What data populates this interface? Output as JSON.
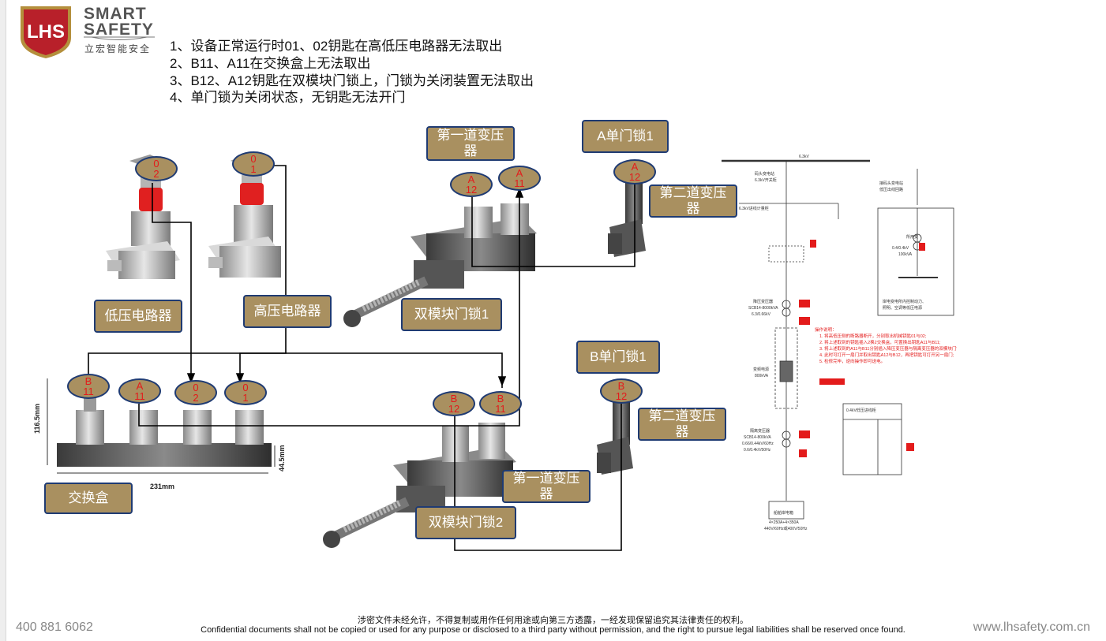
{
  "brand": {
    "logo_letters": "LHS",
    "line1": "SMART",
    "line2": "SAFETY",
    "cn": "立宏智能安全"
  },
  "instructions": [
    "1、设备正常运行时01、02钥匙在高低压电路器无法取出",
    "2、B11、A11在交换盒上无法取出",
    "3、B12、A12钥匙在双模块门锁上，门锁为关闭装置无法取出",
    "4、单门锁为关闭状态，无钥匙无法开门"
  ],
  "labels": {
    "low_breaker": "低压电路器",
    "high_breaker": "高压电路器",
    "exchange_box": "交换盒",
    "dual_lock1": "双模块门锁1",
    "dual_lock2": "双模块门锁2",
    "first_transformer_top": "第一道变压器",
    "first_transformer_bottom": "第一道变压器",
    "second_transformer_top": "第二道变压器",
    "second_transformer_bottom": "第二道变压器",
    "a_single_lock": "A单门锁1",
    "b_single_lock": "B单门锁1"
  },
  "keys": {
    "low02": {
      "l1": "0",
      "l2": "2"
    },
    "high01": {
      "l1": "0",
      "l2": "1"
    },
    "boxB11": {
      "l1": "B",
      "l2": "11"
    },
    "boxA11": {
      "l1": "A",
      "l2": "11"
    },
    "box02": {
      "l1": "0",
      "l2": "2"
    },
    "box01": {
      "l1": "0",
      "l2": "1"
    },
    "dual1A12": {
      "l1": "A",
      "l2": "12"
    },
    "dual1A11": {
      "l1": "A",
      "l2": "11"
    },
    "singleA12": {
      "l1": "A",
      "l2": "12"
    },
    "dual2B12": {
      "l1": "B",
      "l2": "12"
    },
    "dual2B11": {
      "l1": "B",
      "l2": "11"
    },
    "singleB12": {
      "l1": "B",
      "l2": "12"
    }
  },
  "dimensions": {
    "height": "116.5mm",
    "width": "231mm",
    "depth": "44.5mm"
  },
  "schematic": {
    "bus_top": "6.3kV",
    "feeder": "码头变电站",
    "feeder_sw": "6.3kV开关柜",
    "meter": "6.3kV进线计量柜",
    "right_title": "接码头变电站",
    "right_sub": "低压出线回路",
    "trans1": "所用变",
    "trans1_spec": "0.4/0.4kV",
    "trans1_kva": "100kVA",
    "right_note1": "岸电变电所内控制动力、",
    "right_note2": "照明、空调等低压电源",
    "step_down": "降压变压器",
    "step_down_spec": "SCB14-8000kVA",
    "step_down_v": "6.3/0.66kV",
    "freq": "变频电源",
    "freq_kva": "800kVA",
    "iso": "隔离变压器",
    "iso_spec": "SCB14-800kVA",
    "iso_v1": "0.66/0.44kV/60Hz",
    "iso_v2": "0.6/0.4kV/50Hz",
    "lv_cabinet": "0.4kV低压进线柜",
    "shore": "船舶岸电箱",
    "shore_spec1": "4×250A+4×350A",
    "shore_spec2": "440V/60Hz或400V/50Hz",
    "ops_title": "操作说明：",
    "ops": [
      "1. 将高低压侧的断路器断开，分别取出机械钥匙01与02;",
      "2. 将上述取到的钥匙插入2换2交换盒，可置换出钥匙A11与B11;",
      "3. 将上述取到的A11与B11分别插入降压变压器与隔离变压器的双模块门锁;",
      "4. 此时可打开一扇门并取出钥匙A12与B12，再把钥匙可打开另一扇门;",
      "5. 检修完毕，逆向操作即可送电。"
    ]
  },
  "footer": {
    "phone": "400 881 6062",
    "website": "www.lhsafety.com.cn",
    "cn": "涉密文件未经允许，不得复制或用作任何用途或向第三方透露，一经发现保留追究其法律责任的权利。",
    "en": "Confidential documents shall not be copied or used for any purpose or disclosed to a third party without permission, and the right to pursue legal liabilities shall be reserved once found."
  },
  "colors": {
    "label_fill": "#a99060",
    "label_border": "#1f3b73",
    "key_text": "#e31b1b",
    "logo": "#b8202a",
    "logo_gold": "#b48f3c"
  }
}
